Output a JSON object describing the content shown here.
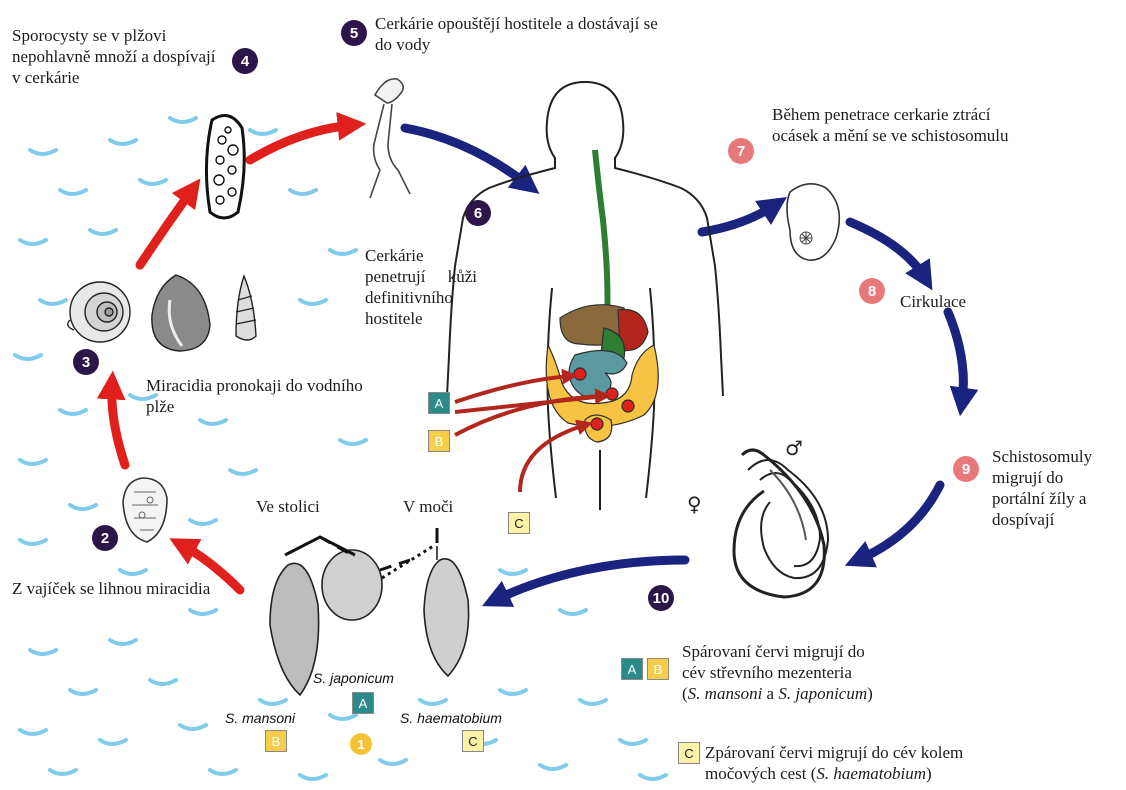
{
  "steps": {
    "s1": {
      "number": "1"
    },
    "s2": {
      "number": "2",
      "text": "Z vajíček se lihnou miracidia"
    },
    "s3": {
      "number": "3",
      "text": "Miracidia pronokaji do vodního plže"
    },
    "s4": {
      "number": "4",
      "text": "Sporocysty se v plžovi nepohlavně množí a dospívají v cerkárie"
    },
    "s5": {
      "number": "5",
      "text": "Cerkárie opouštějí hostitele a dostávají se do vody"
    },
    "s6": {
      "number": "6",
      "text": "Cerkárie penetrují kůži definitivního hostitele"
    },
    "s7": {
      "number": "7",
      "text": "Během penetrace cerkarie ztrácí ocásek a mění se ve schistosomulu"
    },
    "s8": {
      "number": "8",
      "text": "Cirkulace"
    },
    "s9": {
      "number": "9",
      "text": "Schistosomuly migrují do portální žíly a dospívají"
    },
    "s10": {
      "number": "10"
    }
  },
  "labels": {
    "ve_stolici": "Ve stolici",
    "v_moci": "V moči",
    "s_japonicum": "S. japonicum",
    "s_mansoni": "S. mansoni",
    "s_haematobium": "S. haematobium",
    "female_symbol": "♀",
    "male_symbol": "♂"
  },
  "letters": {
    "a": "A",
    "b": "B",
    "c": "C"
  },
  "notes": {
    "ab_line1": "Spárovaní červi migrují do",
    "ab_line2": "cév střevního mezenteria",
    "ab_species1": "S. mansoni",
    "ab_and": "a",
    "ab_species2": "S. japonicum",
    "c_line1": "Zpárovaní červi migrují do cév kolem",
    "c_line2": "močových cest",
    "c_species": "S. haematobium"
  },
  "colors": {
    "red_arrow": "#e0201c",
    "blue_arrow": "#1a237e",
    "water": "#7fcbe9",
    "badge_dark": "#2c1548",
    "badge_pink": "#e8797b",
    "teal": "#2b8b8b",
    "yellow": "#f5cd49"
  }
}
